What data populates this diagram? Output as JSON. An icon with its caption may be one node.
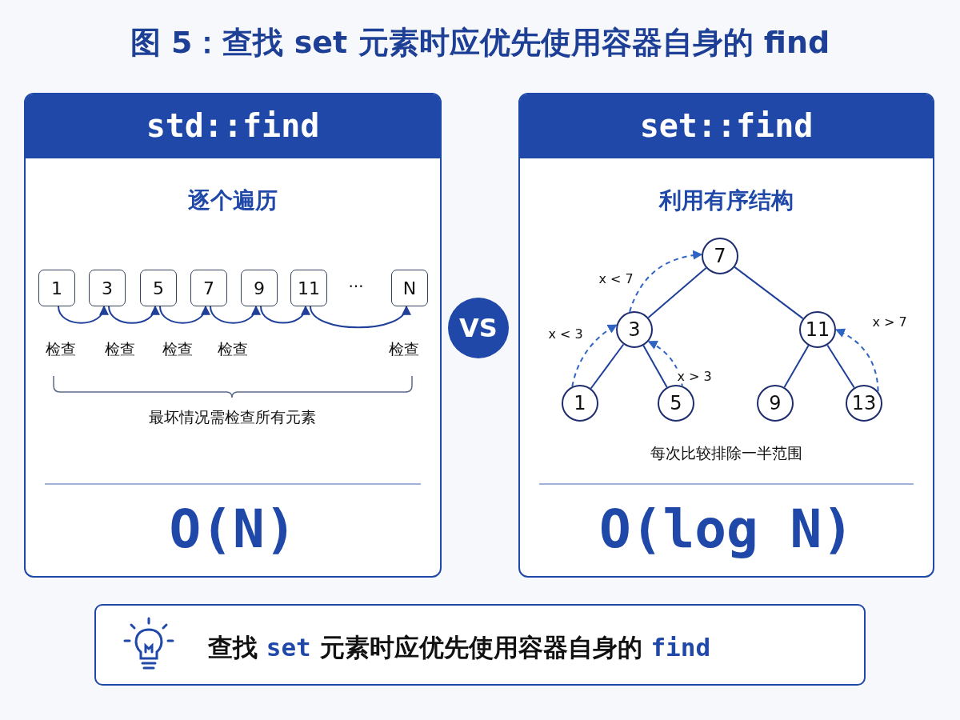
{
  "diagram": {
    "title": "图 5：查找 set 元素时应优先使用容器自身的 find",
    "nodes": [
      {
        "text": [
          "std::find",
          "逐个遍历",
          "O(N)"
        ]
      },
      {
        "text": [
          "1"
        ],
        "in": 0
      },
      {
        "text": [
          "3"
        ],
        "in": 0
      },
      {
        "text": [
          "5"
        ],
        "in": 0
      },
      {
        "text": [
          "7"
        ],
        "in": 0
      },
      {
        "text": [
          "9"
        ],
        "in": 0
      },
      {
        "text": [
          "11"
        ],
        "in": 0
      },
      {
        "text": [
          "N"
        ],
        "in": 0
      },
      {
        "text": [
          "VS"
        ]
      },
      {
        "text": [
          "set::find",
          "利用有序结构",
          "O(log N)"
        ]
      },
      {
        "text": [
          "7"
        ],
        "in": 9
      },
      {
        "text": [
          "3"
        ],
        "in": 9
      },
      {
        "text": [
          "11"
        ],
        "in": 9
      },
      {
        "text": [
          "1"
        ],
        "in": 9
      },
      {
        "text": [
          "5"
        ],
        "in": 9
      },
      {
        "text": [
          "9"
        ],
        "in": 9
      },
      {
        "text": [
          "13"
        ],
        "in": 9
      },
      {
        "text": [
          "查找 **set** 元素时应优先使用容器自身的 **find**"
        ]
      }
    ],
    "edges": [
      {
        "from": 1,
        "to": 2,
        "arrow": "to"
      },
      {
        "from": 2,
        "to": 3,
        "arrow": "to"
      },
      {
        "from": 3,
        "to": 4,
        "arrow": "to"
      },
      {
        "from": 4,
        "to": 5,
        "arrow": "to"
      },
      {
        "from": 5,
        "to": 6,
        "arrow": "to"
      },
      {
        "from": 6,
        "to": 7,
        "arrow": "to"
      },
      {
        "from": 10,
        "to": 11,
        "arrow": "none"
      },
      {
        "from": 10,
        "to": 12,
        "arrow": "none"
      },
      {
        "from": 11,
        "to": 13,
        "arrow": "none"
      },
      {
        "from": 11,
        "to": 14,
        "arrow": "none"
      },
      {
        "from": 12,
        "to": 15,
        "arrow": "none"
      },
      {
        "from": 12,
        "to": 16,
        "arrow": "none"
      },
      {
        "from": 13,
        "to": 11,
        "arrow": "to",
        "label": "x < 3",
        "style": "dashed",
        "color": "#2f64c4"
      },
      {
        "from": 14,
        "to": 11,
        "arrow": "to",
        "label": "x > 3",
        "style": "dashed",
        "color": "#2f64c4"
      },
      {
        "from": 11,
        "to": 10,
        "arrow": "to",
        "label": "x < 7",
        "style": "dashed",
        "color": "#2f64c4"
      },
      {
        "from": 16,
        "to": 12,
        "arrow": "to",
        "label": "x > 7",
        "style": "dashed",
        "color": "#2f64c4"
      }
    ],
    "labels": [
      "…",
      "检查",
      "检查",
      "检查",
      "检查",
      "检查",
      "最坏情况需检查所有元素",
      "每次比较排除一半范围"
    ]
  }
}
